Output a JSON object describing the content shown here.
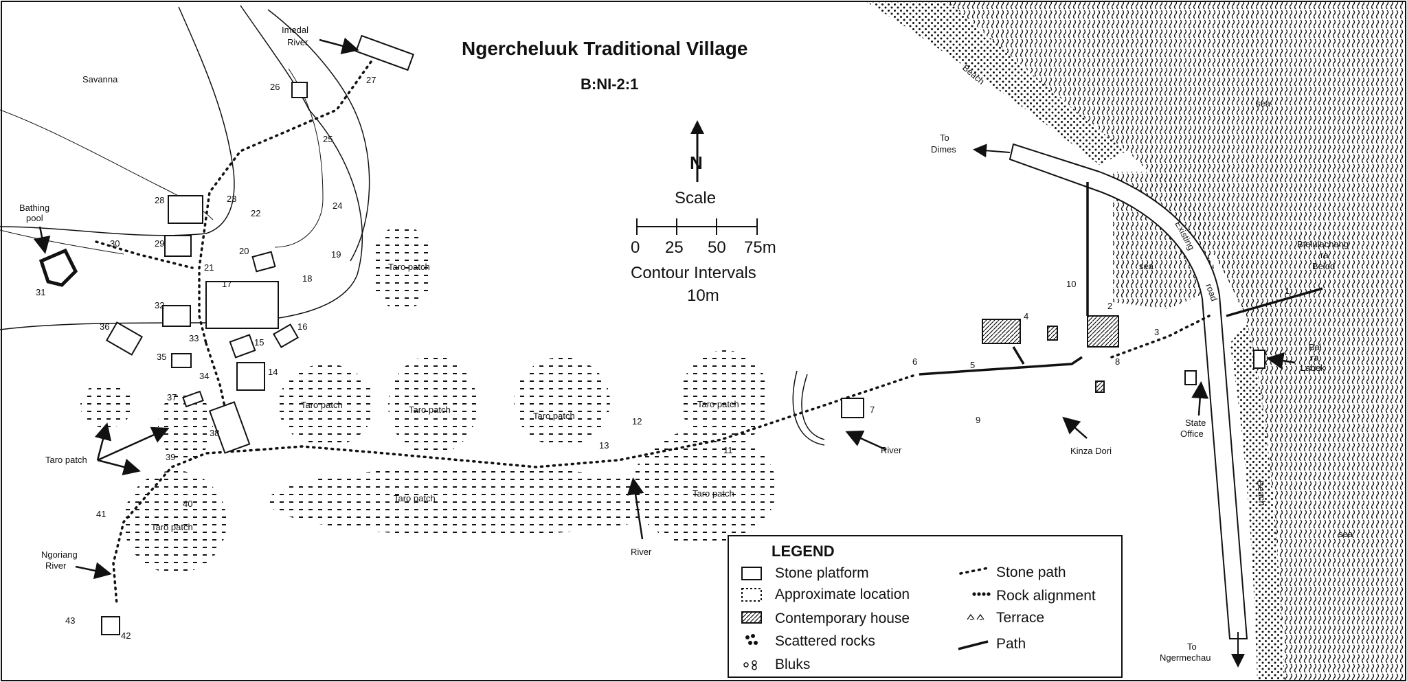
{
  "title": "Ngercheluuk Traditional Village",
  "site_code": "B:NI-2:1",
  "north_label": "N",
  "scale": {
    "label": "Scale",
    "ticks": [
      "0",
      "25",
      "50",
      "75m"
    ],
    "contour_title": "Contour Intervals",
    "contour_value": "10m"
  },
  "places": {
    "savanna": "Savanna",
    "imedal_river_1": "Imedal",
    "imedal_river_2": "River",
    "bathing_pool_1": "Bathing",
    "bathing_pool_2": "pool",
    "taro_patch": "Taro patch",
    "to_dimes_1": "To",
    "to_dimes_2": "Dimes",
    "beach": "Beach",
    "sea": "sea",
    "existing_road_1": "Existing",
    "existing_road_2": "road",
    "btelulachang_1": "Btelulachang",
    "btelulachang_2": "ra",
    "btelulachang_3": "Belod",
    "bai_1": "Bai",
    "bai_2": "ra",
    "bai_3": "Labek",
    "state_office_1": "State",
    "state_office_2": "Office",
    "kinza_dori": "Kinza Dori",
    "river": "River",
    "ngoriang_1": "Ngoriang",
    "ngoriang_2": "River",
    "to_ngermechau_1": "To",
    "to_ngermechau_2": "Ngermechau"
  },
  "site_numbers": {
    "n1": "1",
    "n2": "2",
    "n3": "3",
    "n4": "4",
    "n5": "5",
    "n6": "6",
    "n7": "7",
    "n8": "8",
    "n9": "9",
    "n10": "10",
    "n11": "11",
    "n12": "12",
    "n13": "13",
    "n14": "14",
    "n15": "15",
    "n16": "16",
    "n17": "17",
    "n18": "18",
    "n19": "19",
    "n20": "20",
    "n21": "21",
    "n22": "22",
    "n23": "23",
    "n24": "24",
    "n25": "25",
    "n26": "26",
    "n27": "27",
    "n28": "28",
    "n29": "29",
    "n30": "30",
    "n31": "31",
    "n32": "32",
    "n33": "33",
    "n34": "34",
    "n35": "35",
    "n36": "36",
    "n37": "37",
    "n38": "38",
    "n39": "39",
    "n40": "40",
    "n41": "41",
    "n42": "42",
    "n43": "43"
  },
  "legend": {
    "title": "LEGEND",
    "stone_platform": "Stone platform",
    "approximate_location": "Approximate location",
    "contemporary_house": "Contemporary house",
    "scattered_rocks": "Scattered rocks",
    "bluks": "Bluks",
    "stone_path": "Stone path",
    "rock_alignment": "Rock alignment",
    "terrace": "Terrace",
    "path": "Path"
  },
  "colors": {
    "ink": "#111111",
    "paper": "#ffffff"
  }
}
